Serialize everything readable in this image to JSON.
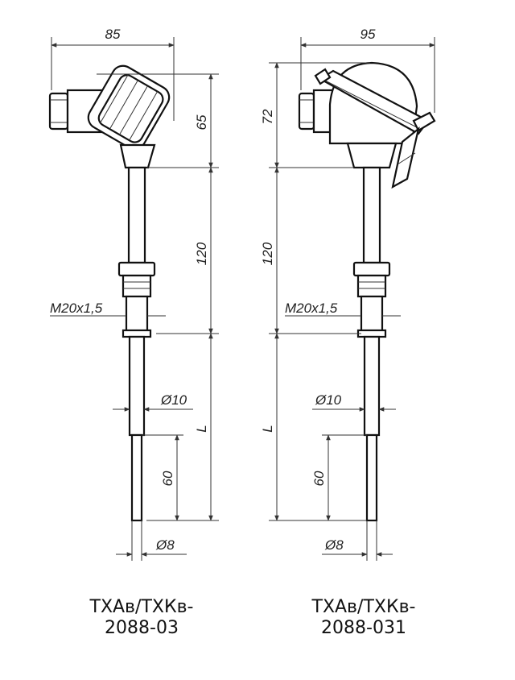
{
  "left": {
    "dim_width": "85",
    "dim_head_height": "65",
    "dim_stem_length": "120",
    "thread": "M20x1,5",
    "dia_main": "Ø10",
    "length_label": "L",
    "dim_tip_length": "60",
    "dia_tip": "Ø8",
    "caption_line1": "ТХАв/ТХКв-",
    "caption_line2": "2088-03"
  },
  "right": {
    "dim_width": "95",
    "dim_head_height": "72",
    "dim_stem_length": "120",
    "thread": "M20x1,5",
    "dia_main": "Ø10",
    "length_label": "L",
    "dim_tip_length": "60",
    "dia_tip": "Ø8",
    "caption_line1": "ТХАв/ТХКв-",
    "caption_line2": "2088-031"
  }
}
